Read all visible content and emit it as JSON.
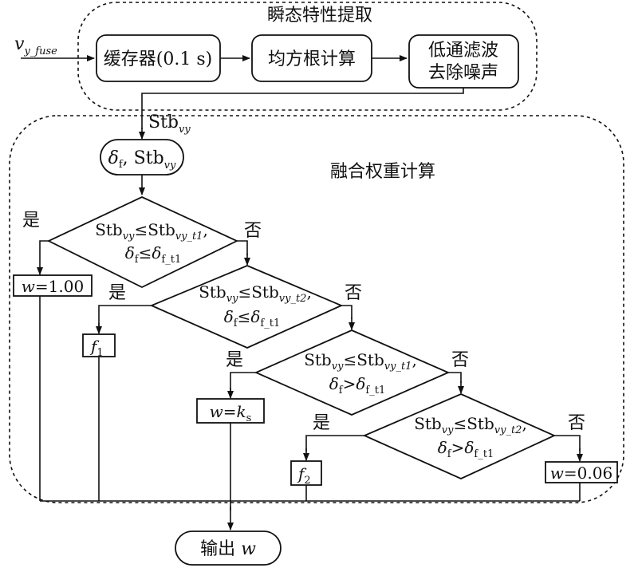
{
  "group1": {
    "title": "瞬态特性提取"
  },
  "group2": {
    "title": "融合权重计算"
  },
  "input": {
    "symbol": "v",
    "subscript": "y_fuse"
  },
  "process": {
    "buffer": "缓存器(0.1 s)",
    "rms": "均方根计算",
    "lpf_line1": "低通滤波",
    "lpf_line2": "去除噪声"
  },
  "edge_stb": {
    "main": "Stb",
    "sub": "vy"
  },
  "node_state": {
    "delta": "δ",
    "delta_sub": "f",
    "sep": ", ",
    "stb": "Stb",
    "stb_sub": "vy"
  },
  "labels": {
    "yes": "是",
    "no": "否"
  },
  "conditions": [
    {
      "stb_sub": "vy",
      "le": "≤",
      "thr_sub": "vy_t1",
      "rel": "≤",
      "d_thr_sub": "f_t1"
    },
    {
      "stb_sub": "vy",
      "le": "≤",
      "thr_sub": "vy_t2",
      "rel": "≤",
      "d_thr_sub": "f_t1"
    },
    {
      "stb_sub": "vy",
      "le": "≤",
      "thr_sub": "vy_t1",
      "rel": ">",
      "d_thr_sub": "f_t1"
    },
    {
      "stb_sub": "vy",
      "le": "≤",
      "thr_sub": "vy_t2",
      "rel": ">",
      "d_thr_sub": "f_t1"
    }
  ],
  "results": {
    "w100": {
      "var": "w",
      "eq": "=1.00"
    },
    "f1": {
      "var": "f",
      "sub": "1"
    },
    "wks": {
      "var": "w",
      "eq": "=",
      "k": "k",
      "k_sub": "s"
    },
    "f2": {
      "var": "f",
      "sub": "2"
    },
    "w006": {
      "var": "w",
      "eq": "=0.06"
    }
  },
  "output": {
    "label": "输出 ",
    "var": "w"
  }
}
